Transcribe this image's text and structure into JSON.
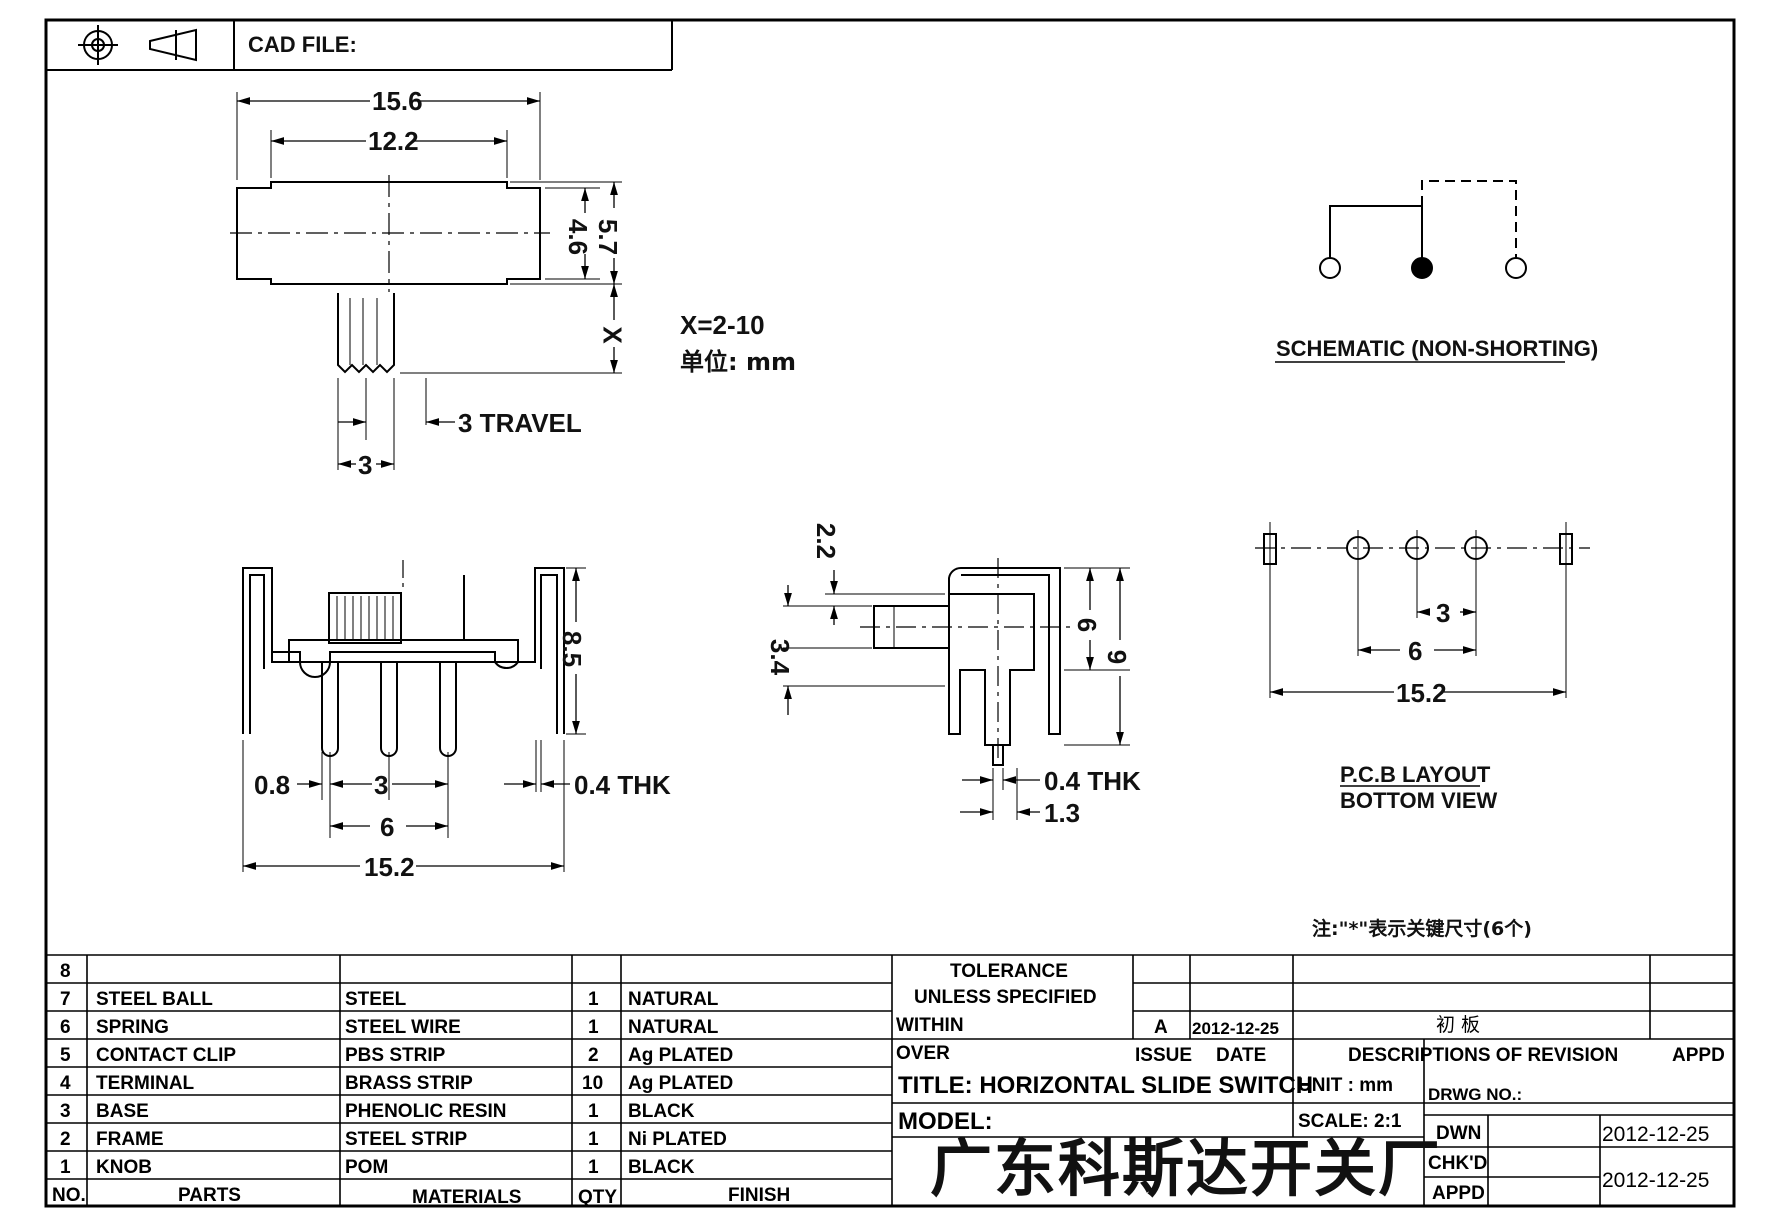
{
  "header": {
    "cad_file_label": "CAD FILE:"
  },
  "top_view": {
    "dim_overall": "15.6",
    "dim_inner": "12.2",
    "dim_height_inner": "4.6",
    "dim_height_outer": "5.7",
    "dim_x": "X",
    "dim_knob": "3",
    "travel_note": "3 TRAVEL",
    "x_range": "X=2-10",
    "unit_note": "单位: mm"
  },
  "front_view": {
    "dim_height": "8.5",
    "dim_pin_w": "0.8",
    "dim_pitch": "3",
    "dim_pitch2": "6",
    "dim_thk": "0.4 THK",
    "dim_overall": "15.2"
  },
  "side_view": {
    "dim_knob_h": "2.2",
    "dim_knob_base": "3.4",
    "dim_body": "6",
    "dim_total": "9",
    "dim_thk": "0.4 THK",
    "dim_pin": "1.3"
  },
  "schematic": {
    "caption": "SCHEMATIC (NON-SHORTING)"
  },
  "pcb": {
    "dim_pitch": "3",
    "dim_pitch2": "6",
    "dim_overall": "15.2",
    "caption_line1": "P.C.B LAYOUT",
    "caption_line2": "BOTTOM VIEW"
  },
  "note": "注:\"*\"表示关键尺寸(6个)",
  "bom": {
    "rows": [
      {
        "no": "8",
        "part": "",
        "material": "",
        "qty": "",
        "finish": ""
      },
      {
        "no": "7",
        "part": "STEEL BALL",
        "material": "STEEL",
        "qty": "1",
        "finish": "NATURAL"
      },
      {
        "no": "6",
        "part": "SPRING",
        "material": "STEEL WIRE",
        "qty": "1",
        "finish": "NATURAL"
      },
      {
        "no": "5",
        "part": "CONTACT CLIP",
        "material": "PBS STRIP",
        "qty": "2",
        "finish": "Ag PLATED"
      },
      {
        "no": "4",
        "part": "TERMINAL",
        "material": "BRASS STRIP",
        "qty": "10",
        "finish": "Ag PLATED"
      },
      {
        "no": "3",
        "part": "BASE",
        "material": "PHENOLIC RESIN",
        "qty": "1",
        "finish": "BLACK"
      },
      {
        "no": "2",
        "part": "FRAME",
        "material": "STEEL STRIP",
        "qty": "1",
        "finish": "Ni PLATED"
      },
      {
        "no": "1",
        "part": "KNOB",
        "material": "POM",
        "qty": "1",
        "finish": "BLACK"
      }
    ],
    "header": {
      "no": "NO.",
      "part": "PARTS",
      "material": "MATERIALS",
      "qty": "QTY",
      "finish": "FINISH"
    }
  },
  "title_block": {
    "tolerance_line1": "TOLERANCE",
    "tolerance_line2": "UNLESS  SPECIFIED",
    "within": "WITHIN",
    "over": "OVER",
    "issue_value": "A",
    "issue_date": "2012-12-25",
    "revision_desc": "初 板",
    "issue_label": "ISSUE",
    "date_label": "DATE",
    "desc_label": "DESCRIPTIONS OF REVISION",
    "appd_label": "APPD",
    "title": "TITLE: HORIZONTAL SLIDE SWITCH",
    "unit": "UNIT : mm",
    "drwg_no": "DRWG NO.:",
    "model": "MODEL:",
    "scale": "SCALE: 2:1",
    "dwn": "DWN",
    "dwn_date": "2012-12-25",
    "chkd": "CHK'D",
    "appd": "APPD",
    "chk_date": "2012-12-25",
    "company": "广东科斯达开关厂"
  }
}
